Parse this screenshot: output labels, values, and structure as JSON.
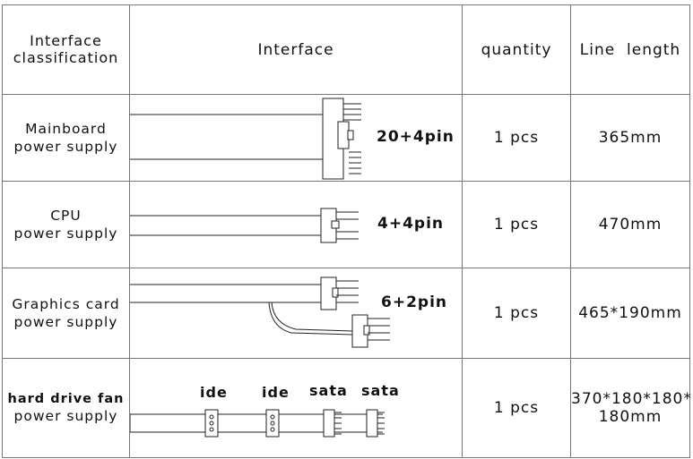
{
  "header": {
    "classification": [
      "Interface",
      "classification"
    ],
    "interface": "Interface",
    "quantity": "quantity",
    "line_length": "Line  length"
  },
  "rows": [
    {
      "classification": [
        "Mainboard",
        "power supply"
      ],
      "pin": "20+4pin",
      "quantity": "1 pcs",
      "length": [
        "365mm"
      ]
    },
    {
      "classification": [
        "CPU",
        "power supply"
      ],
      "pin": "4+4pin",
      "quantity": "1 pcs",
      "length": [
        "470mm"
      ]
    },
    {
      "classification": [
        "Graphics card",
        "power supply"
      ],
      "pin": "6+2pin",
      "quantity": "1 pcs",
      "length": [
        "465*190mm"
      ]
    },
    {
      "classification": [
        "hard drive fan",
        "power supply"
      ],
      "connectors": [
        "ide",
        "ide",
        "sata",
        "sata"
      ],
      "quantity": "1 pcs",
      "length": [
        "370*180*180*",
        "180mm"
      ]
    }
  ]
}
